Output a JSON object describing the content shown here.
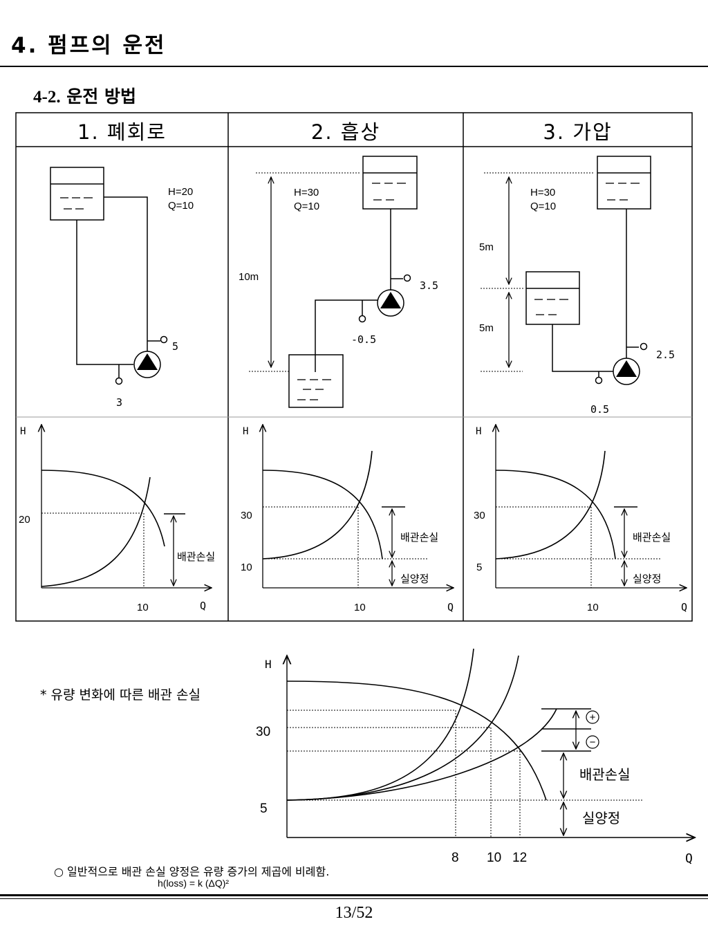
{
  "header": {
    "title": "4. 펌프의 운전"
  },
  "section": {
    "num": "4-2.",
    "title": "운전 방법"
  },
  "columns": [
    {
      "heading": "1. 폐회로",
      "H": "H=20",
      "Q": "Q=10",
      "gauge_discharge": "5",
      "gauge_suction": "3"
    },
    {
      "heading": "2. 흡상",
      "H": "H=30",
      "Q": "Q=10",
      "height": "10m",
      "gauge_discharge": "3.5",
      "gauge_suction": "-0.5"
    },
    {
      "heading": "3. 가압",
      "H": "H=30",
      "Q": "Q=10",
      "height_upper": "5m",
      "height_lower": "5m",
      "gauge_discharge": "2.5",
      "gauge_suction": "0.5"
    }
  ],
  "small_charts": {
    "y_axis": "H",
    "x_axis": "Q",
    "pipe_loss": "배관손실",
    "static_head": "실양정",
    "x_tick": "10",
    "chart1_y_tick": "20",
    "chart2_y_ticks": [
      "30",
      "10"
    ],
    "chart3_y_ticks": [
      "30",
      "5"
    ]
  },
  "summary": {
    "label": "* 유량 변화에 따른 배관 손실",
    "y_axis": "H",
    "x_axis": "Q",
    "y_ticks": [
      "30",
      "5"
    ],
    "x_ticks": [
      "8",
      "10",
      "12"
    ],
    "plus": "+",
    "minus": "−",
    "pipe_loss": "배관손실",
    "static_head": "실양정",
    "note": "○  일반적으로  배관 손실 양정은  유량 증가의 제곱에 비례함.",
    "formula": "h(loss) = k (ΔQ)²"
  },
  "footer": {
    "page": "13/52"
  }
}
